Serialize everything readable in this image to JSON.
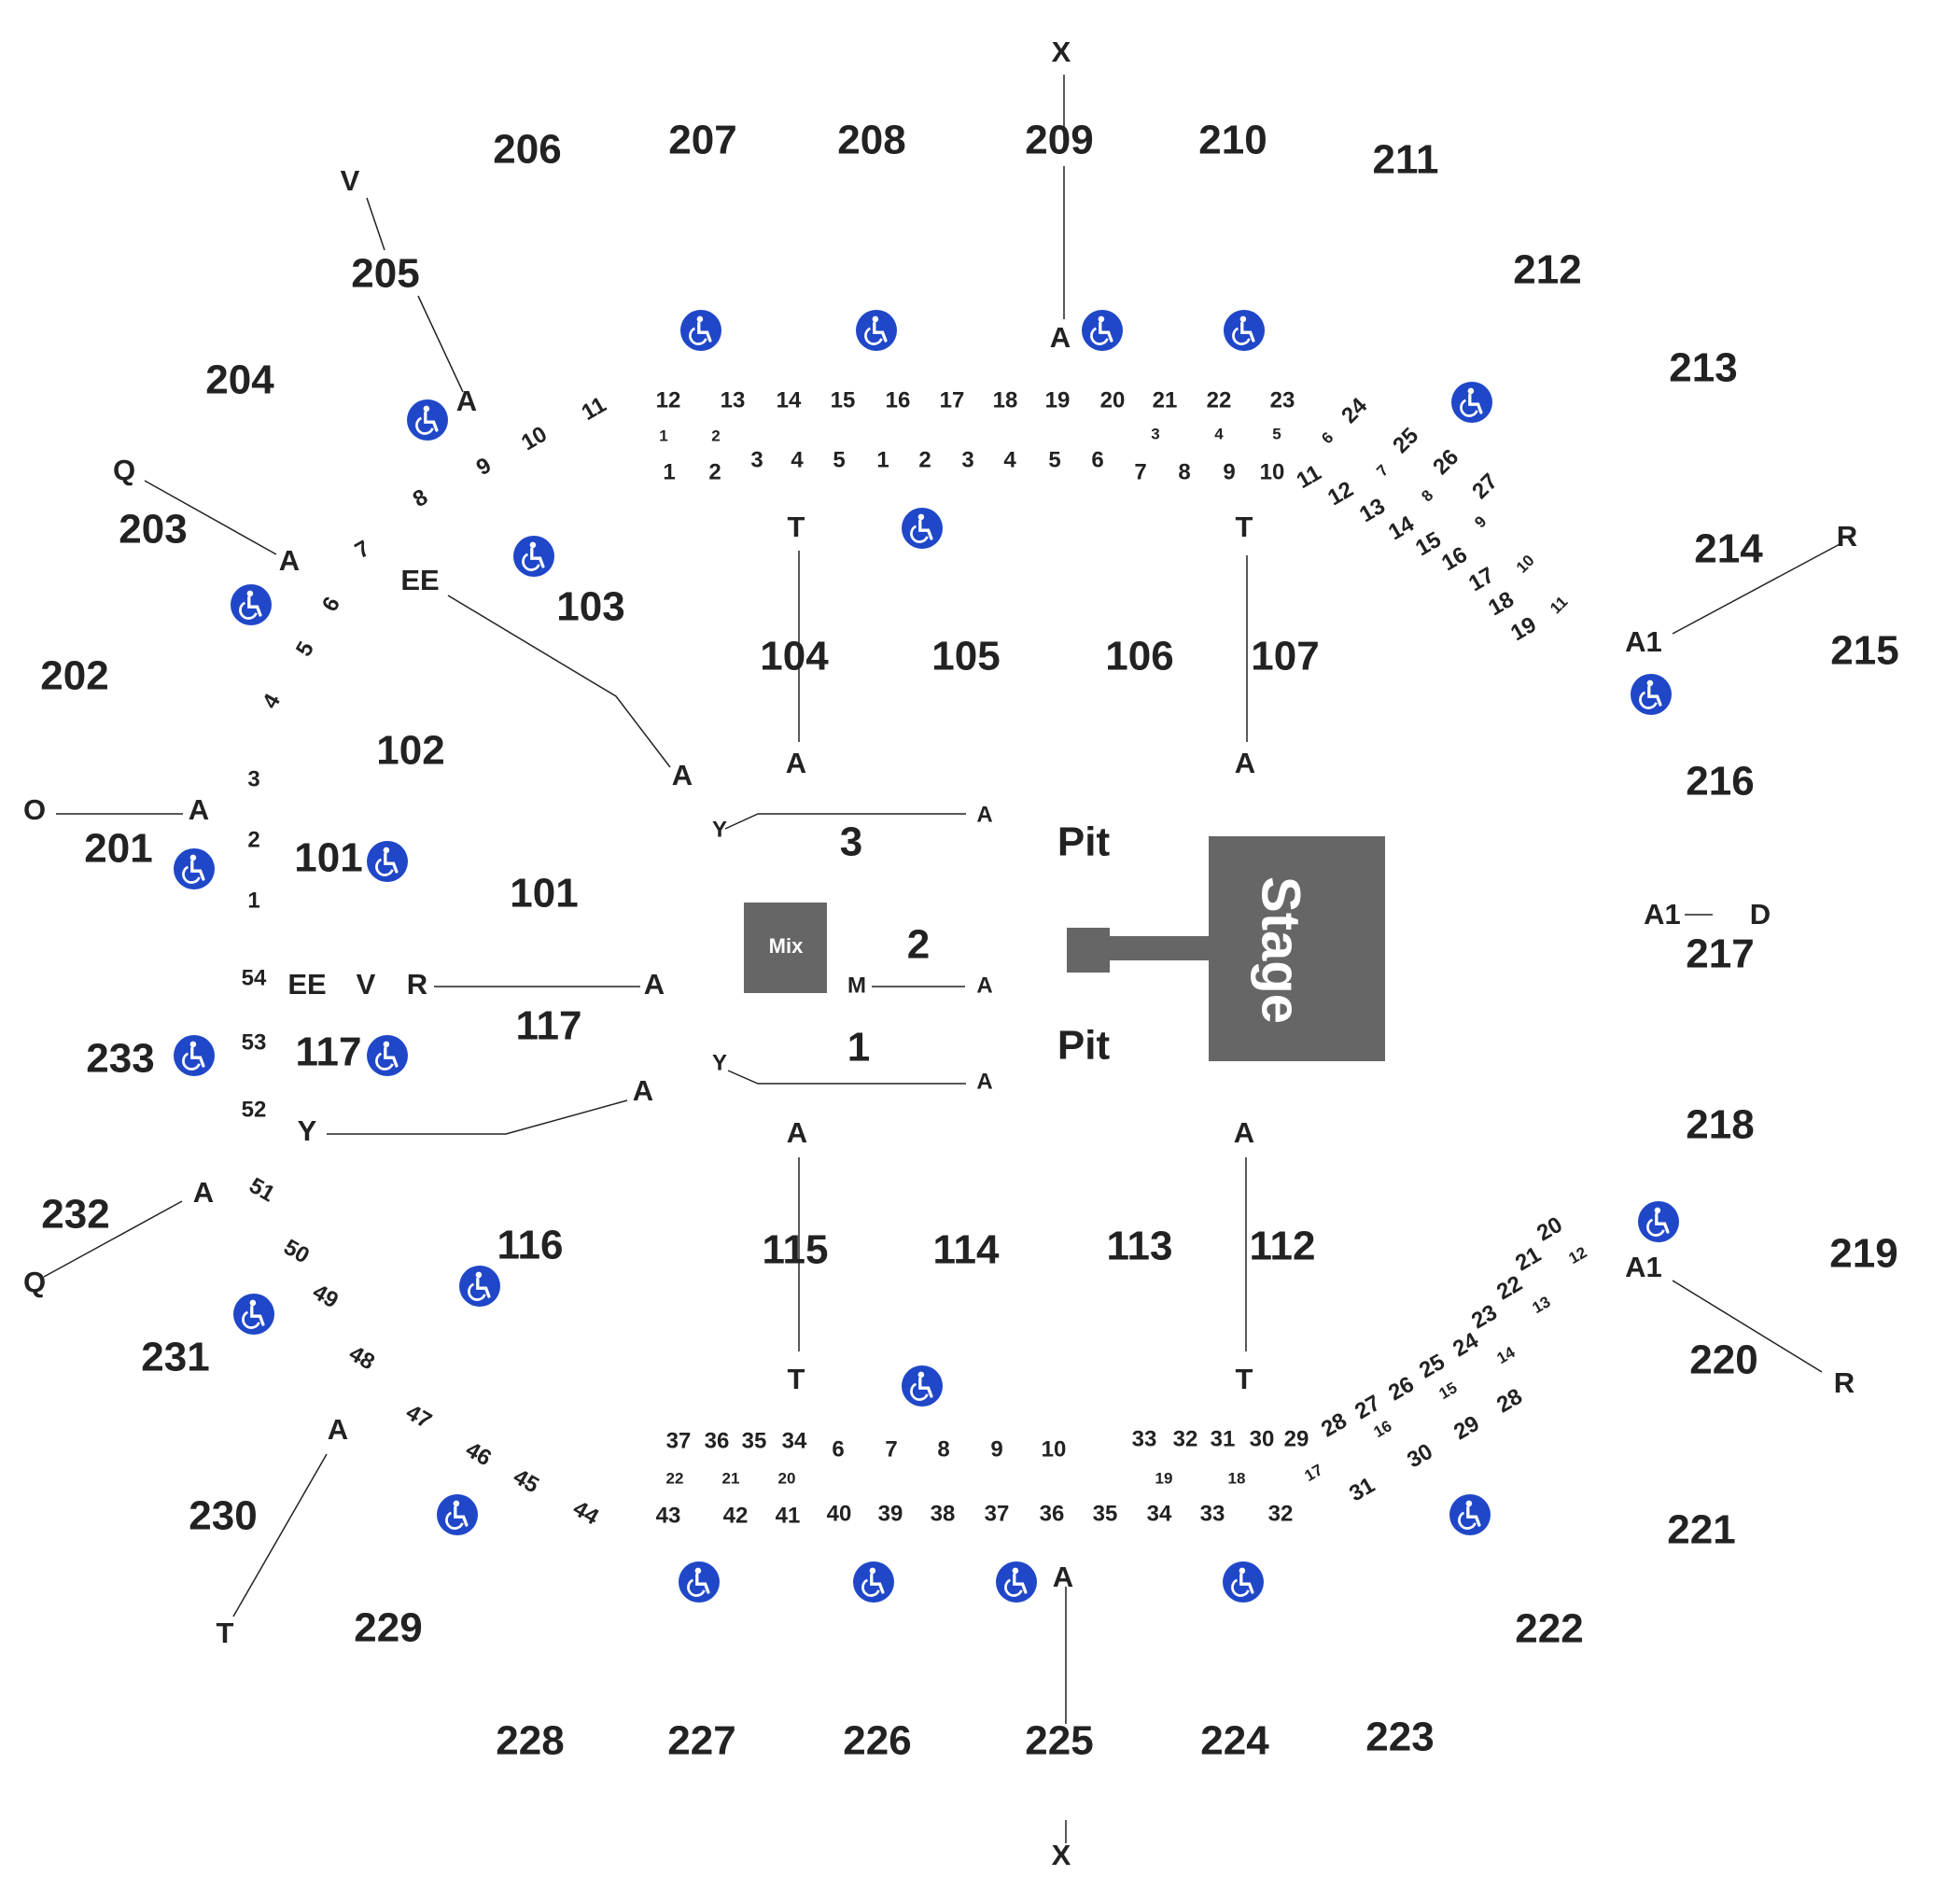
{
  "colors": {
    "stage": "#666666",
    "accessible": "#1f47c8",
    "text": "#222222"
  },
  "stage": {
    "label": "Stage",
    "mix_label": "Mix",
    "pit_label": "Pit"
  },
  "floor_sections": [
    "1",
    "2",
    "3"
  ],
  "lower_sections": [
    "101",
    "102",
    "103",
    "104",
    "105",
    "106",
    "107",
    "112",
    "113",
    "114",
    "115",
    "116",
    "117"
  ],
  "upper_sections": [
    "201",
    "202",
    "203",
    "204",
    "205",
    "206",
    "207",
    "208",
    "209",
    "210",
    "211",
    "212",
    "213",
    "214",
    "215",
    "216",
    "217",
    "218",
    "219",
    "220",
    "221",
    "222",
    "223",
    "224",
    "225",
    "226",
    "227",
    "228",
    "229",
    "230",
    "231",
    "232",
    "233"
  ],
  "row_markers": [
    "A",
    "A1",
    "D",
    "EE",
    "M",
    "O",
    "Q",
    "R",
    "T",
    "V",
    "X",
    "Y"
  ],
  "accessible_icon": "wheelchair-icon",
  "seat_numbers": [
    "1",
    "2",
    "3",
    "4",
    "5",
    "6",
    "7",
    "8",
    "9",
    "10",
    "11",
    "12",
    "13",
    "14",
    "15",
    "16",
    "17",
    "18",
    "19",
    "20",
    "21",
    "22",
    "23",
    "24",
    "25",
    "26",
    "27",
    "28",
    "29",
    "30",
    "31",
    "32",
    "33",
    "34",
    "35",
    "36",
    "37",
    "38",
    "39",
    "40",
    "41",
    "42",
    "43",
    "44",
    "45",
    "46",
    "47",
    "48",
    "49",
    "50",
    "51",
    "52",
    "53",
    "54"
  ]
}
